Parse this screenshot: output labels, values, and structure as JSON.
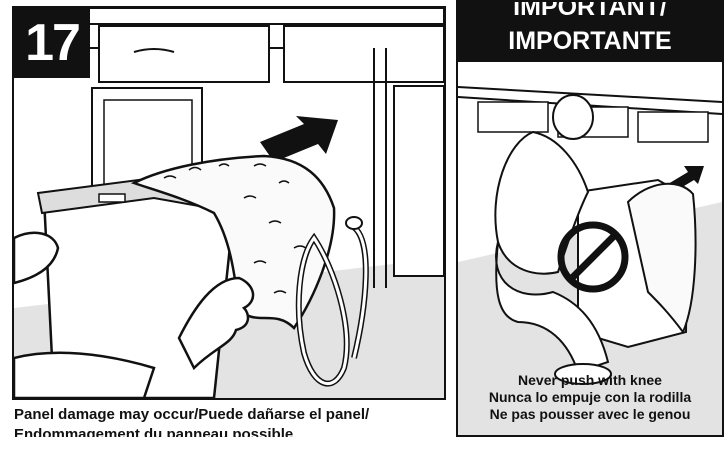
{
  "step": {
    "number": "17"
  },
  "important": {
    "line1": "IMPORTANT/",
    "line2": "IMPORTANTE"
  },
  "warning": {
    "en": "Never push with knee",
    "es": "Nunca lo empuje con la rodilla",
    "fr": "Ne pas pousser avec le genou"
  },
  "caption": {
    "line1": "Panel damage may occur/Puede dañarse el panel/",
    "line2": "Endommagement du panneau possible"
  }
}
